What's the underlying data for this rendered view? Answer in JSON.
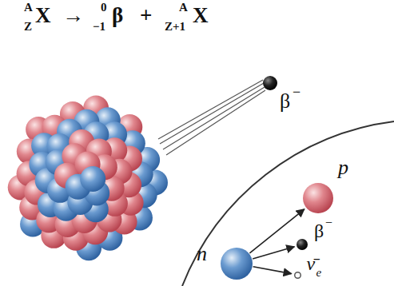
{
  "diagram": {
    "nodes": [
      {
        "text": [
          "p"
        ]
      },
      {
        "text": [
          "β",
          "−"
        ]
      },
      {
        "text": [
          "n"
        ]
      },
      {
        "text": [
          "ν̄",
          "e"
        ]
      }
    ],
    "edges": [
      {
        "from": 2,
        "to": 0,
        "arrow": "to"
      },
      {
        "from": 2,
        "to": 1,
        "arrow": "to"
      },
      {
        "from": 2,
        "to": 3,
        "arrow": "to"
      }
    ],
    "labels": [
      "A",
      "Z",
      "X",
      "→",
      "0",
      "−1",
      "β",
      "+",
      "A",
      "Z+1",
      "X",
      "β",
      "−"
    ]
  }
}
